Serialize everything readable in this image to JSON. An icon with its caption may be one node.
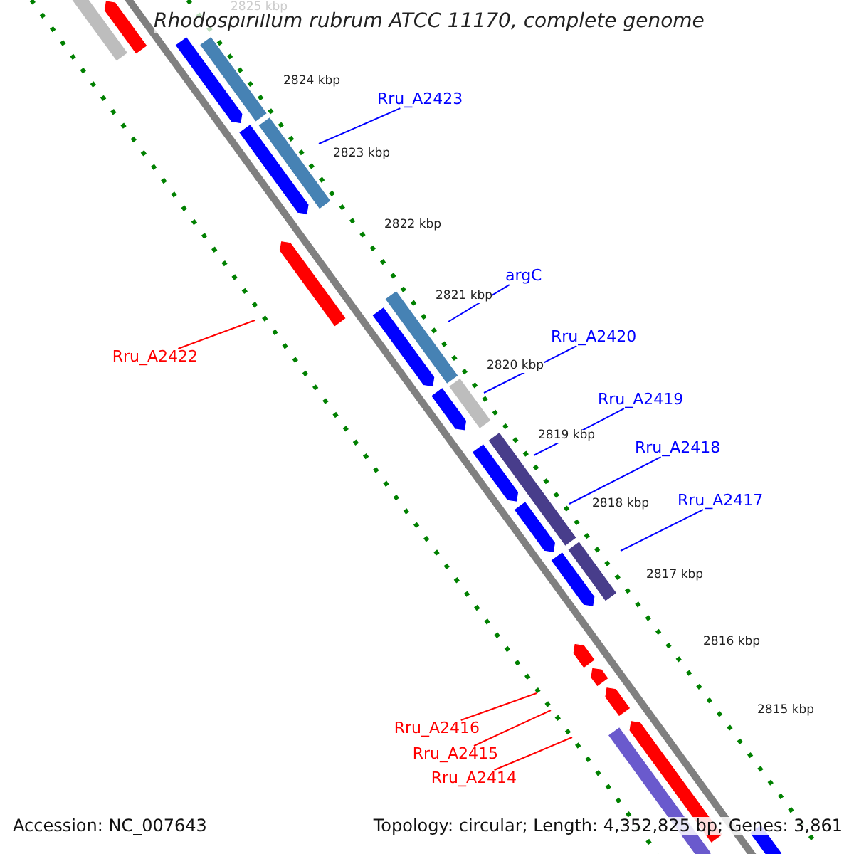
{
  "diagram": {
    "title": "Rhodospirillum rubrum ATCC 11170, complete genome",
    "nodes": [
      {
        "text": [
          "Rru_A2423"
        ]
      },
      {
        "text": [
          "argC"
        ]
      },
      {
        "text": [
          "Rru_A2420"
        ]
      },
      {
        "text": [
          "Rru_A2419"
        ]
      },
      {
        "text": [
          "Rru_A2418"
        ]
      },
      {
        "text": [
          "Rru_A2417"
        ]
      },
      {
        "text": [
          "Rru_A2422"
        ]
      },
      {
        "text": [
          "Rru_A2416"
        ]
      },
      {
        "text": [
          "Rru_A2415"
        ]
      },
      {
        "text": [
          "Rru_A2414"
        ]
      }
    ],
    "edges": [
      {
        "from": 0,
        "to": null,
        "arrow": "none"
      },
      {
        "from": 1,
        "to": null,
        "arrow": "none"
      },
      {
        "from": 2,
        "to": null,
        "arrow": "none"
      },
      {
        "from": 3,
        "to": null,
        "arrow": "none"
      },
      {
        "from": 4,
        "to": null,
        "arrow": "none"
      },
      {
        "from": 5,
        "to": null,
        "arrow": "none"
      },
      {
        "from": 6,
        "to": null,
        "arrow": "none",
        "color": "#ff0000"
      },
      {
        "from": 7,
        "to": null,
        "arrow": "none",
        "color": "#ff0000"
      },
      {
        "from": 8,
        "to": null,
        "arrow": "none",
        "color": "#ff0000"
      },
      {
        "from": 9,
        "to": null,
        "arrow": "none",
        "color": "#ff0000"
      }
    ],
    "labels": [
      "2825 kbp",
      "2824 kbp",
      "2823 kbp",
      "2822 kbp",
      "2821 kbp",
      "2820 kbp",
      "2819 kbp",
      "2818 kbp",
      "2817 kbp",
      "2816 kbp",
      "2815 kbp",
      "Accession: NC_007643",
      "Topology: circular; Length: 4,352,825 bp; Genes: 3,861"
    ]
  }
}
